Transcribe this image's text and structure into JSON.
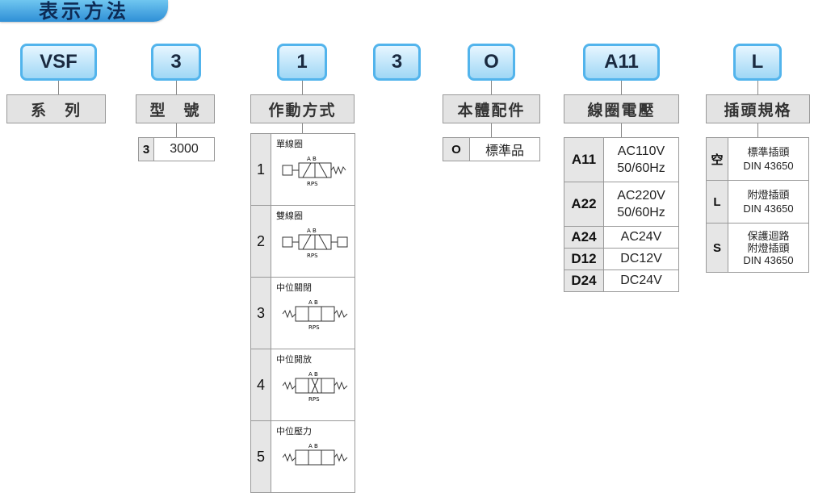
{
  "header": {
    "title": "表示方法"
  },
  "codes": [
    "VSF",
    "3",
    "1",
    "3",
    "O",
    "A11",
    "L"
  ],
  "labels": {
    "series": "系　列",
    "model": "型　號",
    "actuation": "作動方式",
    "body": "本體配件",
    "coil": "線圈電壓",
    "plug": "插頭規格"
  },
  "model_table": [
    {
      "key": "3",
      "value": "3000"
    }
  ],
  "actuation_table": [
    {
      "key": "1",
      "title": "單線圈",
      "ports_top": "A B",
      "ports_bottom": "RPS"
    },
    {
      "key": "2",
      "title": "雙線圈",
      "ports_top": "A B",
      "ports_bottom": "RPS"
    },
    {
      "key": "3",
      "title": "中位關閉",
      "ports_top": "A B",
      "ports_bottom": "RPS"
    },
    {
      "key": "4",
      "title": "中位開放",
      "ports_top": "A B",
      "ports_bottom": "RPS"
    },
    {
      "key": "5",
      "title": "中位壓力",
      "ports_top": "A B",
      "ports_bottom": ""
    }
  ],
  "body_table": [
    {
      "key": "O",
      "value": "標準品"
    }
  ],
  "coil_table": [
    {
      "key": "A11",
      "value": [
        "AC110V",
        "50/60Hz"
      ]
    },
    {
      "key": "A22",
      "value": [
        "AC220V",
        "50/60Hz"
      ]
    },
    {
      "key": "A24",
      "value": [
        "AC24V"
      ]
    },
    {
      "key": "D12",
      "value": [
        "DC12V"
      ]
    },
    {
      "key": "D24",
      "value": [
        "DC24V"
      ]
    }
  ],
  "plug_table": [
    {
      "key": "空",
      "value": [
        "標準插頭",
        "DIN 43650"
      ]
    },
    {
      "key": "L",
      "value": [
        "附燈插頭",
        "DIN 43650"
      ]
    },
    {
      "key": "S",
      "value": [
        "保護迴路",
        "附燈插頭",
        "DIN 43650"
      ]
    }
  ],
  "colors": {
    "code_border": "#52b4ec",
    "header": "#2e8fd6",
    "label_bg": "#e3e3e3"
  }
}
